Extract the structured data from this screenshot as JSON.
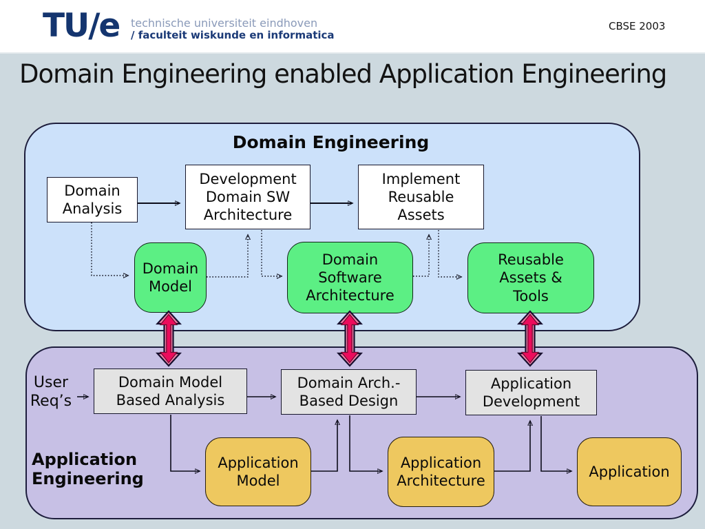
{
  "header": {
    "logo_text": "TU/e",
    "affiliation_line1": "technische universiteit eindhoven",
    "affiliation_line2": "/ faculteit wiskunde en informatica",
    "conference": "CBSE 2003"
  },
  "slide_title": "Domain Engineering enabled Application Engineering",
  "domain_engineering": {
    "title": "Domain Engineering",
    "process_boxes": [
      {
        "id": "domain-analysis",
        "label": "Domain\nAnalysis"
      },
      {
        "id": "development-domain-sw-architecture",
        "label": "Development\nDomain SW\nArchitecture"
      },
      {
        "id": "implement-reusable-assets",
        "label": "Implement\nReusable\nAssets"
      }
    ],
    "artifact_boxes": [
      {
        "id": "domain-model",
        "label": "Domain\nModel"
      },
      {
        "id": "domain-software-architecture",
        "label": "Domain\nSoftware\nArchitecture"
      },
      {
        "id": "reusable-assets-tools",
        "label": "Reusable\nAssets &\nTools"
      }
    ]
  },
  "application_engineering": {
    "title": "Application\nEngineering",
    "input_label": "User\nReq’s",
    "process_boxes": [
      {
        "id": "domain-model-based-analysis",
        "label": "Domain Model\nBased Analysis"
      },
      {
        "id": "domain-arch-based-design",
        "label": "Domain Arch.-\nBased Design"
      },
      {
        "id": "application-development",
        "label": "Application\nDevelopment"
      }
    ],
    "artifact_boxes": [
      {
        "id": "application-model",
        "label": "Application\nModel"
      },
      {
        "id": "application-architecture",
        "label": "Application\nArchitecture"
      },
      {
        "id": "application",
        "label": "Application"
      }
    ]
  },
  "colors": {
    "page_background": "#cdd9df",
    "domain_engineering_fill": "#cce1fa",
    "application_engineering_fill": "#c7c0e5",
    "process_box_fill_de": "#ffffff",
    "process_box_fill_ae": "#e3e3e3",
    "artifact_box_fill_de": "#5cef84",
    "artifact_box_fill_ae": "#eec85f",
    "coupling_arrow_core": "#ec0c5c",
    "coupling_arrow_rim": "#f07fa8",
    "logo_navy": "#14356f"
  }
}
